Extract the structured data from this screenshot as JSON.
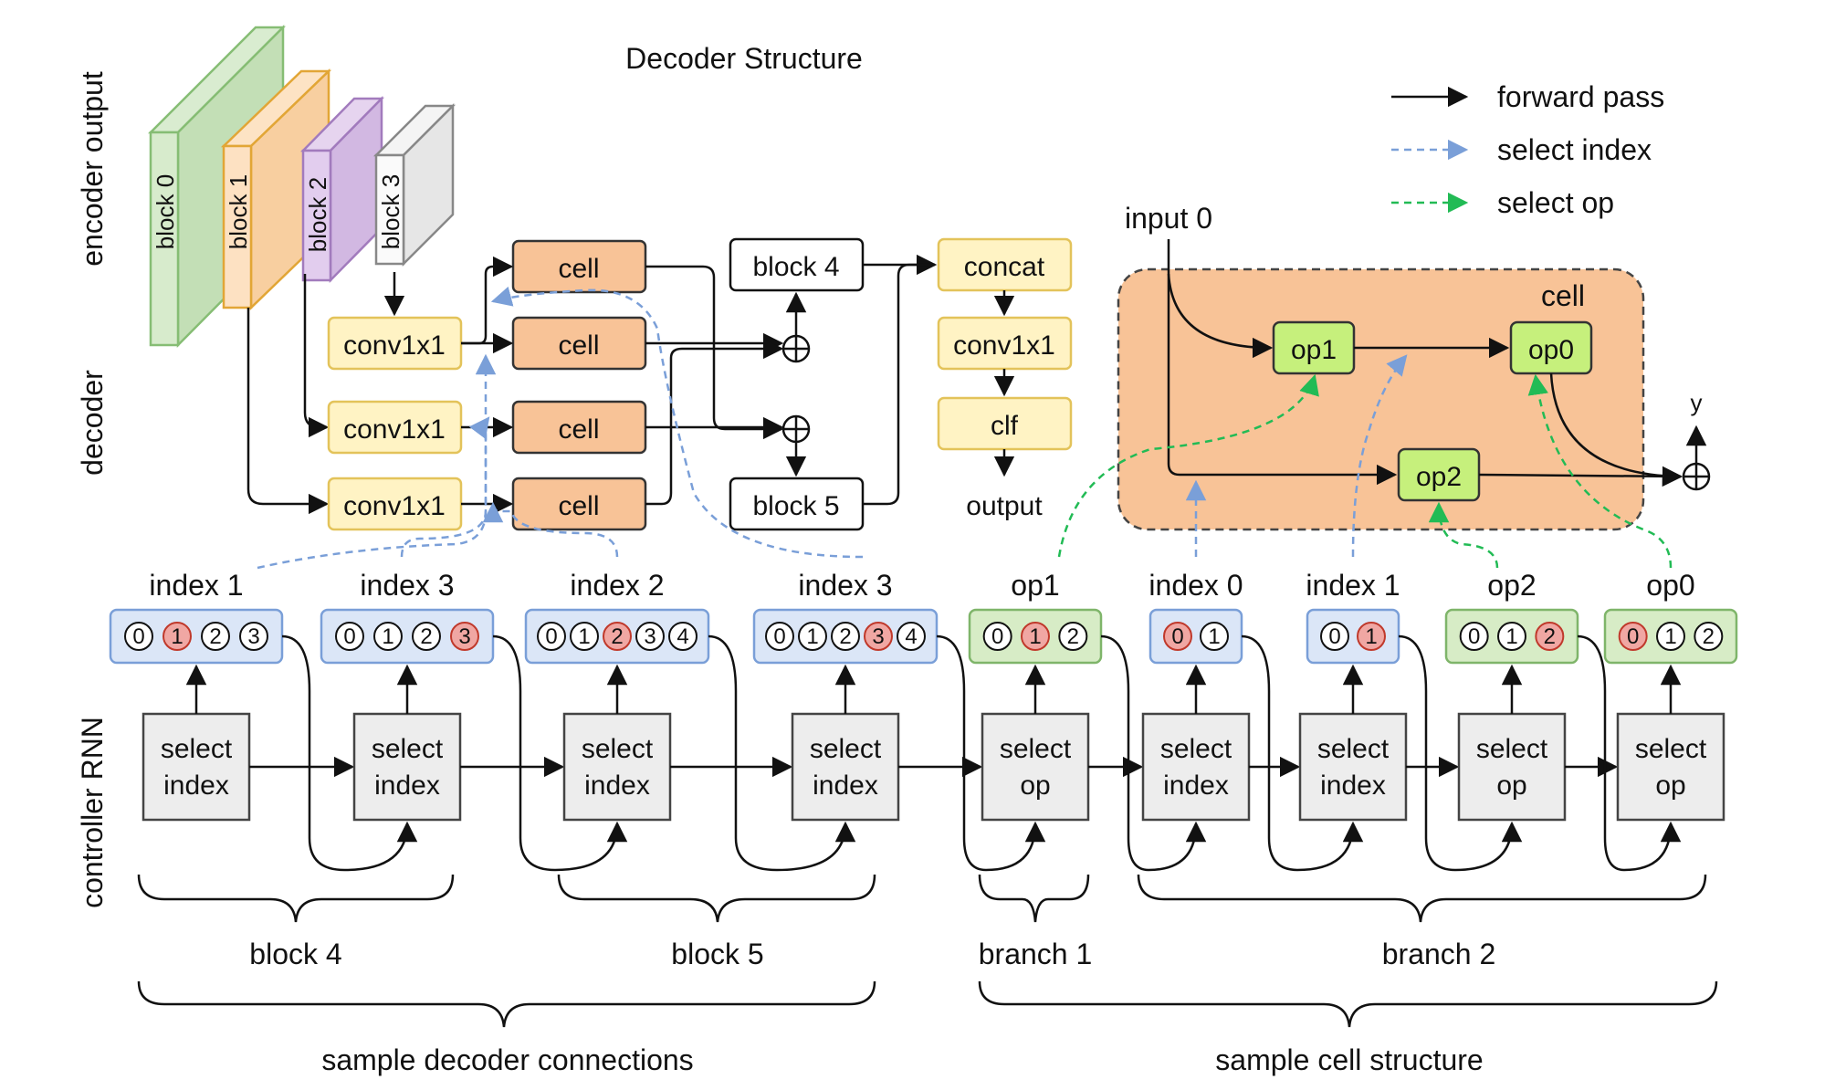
{
  "title": "Decoder Structure",
  "side_labels": {
    "encoder": "encoder output",
    "decoder": "decoder",
    "controller": "controller RNN"
  },
  "encoder_blocks": [
    "block 0",
    "block 1",
    "block 2",
    "block 3"
  ],
  "conv_label": "conv1x1",
  "cell_label": "cell",
  "block4": "block 4",
  "block5": "block 5",
  "right_stack": [
    "concat",
    "conv1x1",
    "clf"
  ],
  "output_label": "output",
  "legend": [
    "forward pass",
    "select index",
    "select op"
  ],
  "cell_structure": {
    "input": "input 0",
    "title": "cell",
    "ops": [
      "op1",
      "op0",
      "op2"
    ],
    "y": "y"
  },
  "steps": [
    {
      "head": "index 1",
      "kind": "index",
      "choices": [
        "0",
        "1",
        "2",
        "3"
      ],
      "selected": 1,
      "line1": "select",
      "line2": "index"
    },
    {
      "head": "index 3",
      "kind": "index",
      "choices": [
        "0",
        "1",
        "2",
        "3"
      ],
      "selected": 3,
      "line1": "select",
      "line2": "index"
    },
    {
      "head": "index 2",
      "kind": "index",
      "choices": [
        "0",
        "1",
        "2",
        "3",
        "4"
      ],
      "selected": 2,
      "line1": "select",
      "line2": "index"
    },
    {
      "head": "index 3",
      "kind": "index",
      "choices": [
        "0",
        "1",
        "2",
        "3",
        "4"
      ],
      "selected": 3,
      "line1": "select",
      "line2": "index"
    },
    {
      "head": "op1",
      "kind": "op",
      "choices": [
        "0",
        "1",
        "2"
      ],
      "selected": 1,
      "line1": "select",
      "line2": "op"
    },
    {
      "head": "index 0",
      "kind": "index",
      "choices": [
        "0",
        "1"
      ],
      "selected": 0,
      "line1": "select",
      "line2": "index"
    },
    {
      "head": "index 1",
      "kind": "index",
      "choices": [
        "0",
        "1"
      ],
      "selected": 1,
      "line1": "select",
      "line2": "index"
    },
    {
      "head": "op2",
      "kind": "op",
      "choices": [
        "0",
        "1",
        "2"
      ],
      "selected": 2,
      "line1": "select",
      "line2": "op"
    },
    {
      "head": "op0",
      "kind": "op",
      "choices": [
        "0",
        "1",
        "2"
      ],
      "selected": 0,
      "line1": "select",
      "line2": "op"
    }
  ],
  "brackets_lower": [
    "block 4",
    "block 5",
    "branch 1",
    "branch 2"
  ],
  "brackets_bottom": [
    "sample decoder connections",
    "sample cell structure"
  ],
  "colors": {
    "cell": "#f8c397",
    "cell_border": "#333333",
    "conv": "#fff3c4",
    "conv_border": "#e3c35a",
    "index_box": "#dbe6f7",
    "index_border": "#7a9fd8",
    "op_box": "#d7ecc6",
    "op_border": "#7fb56a",
    "op_node": "#c6f07c",
    "selected": "#f0a7a3",
    "cell_region": "#f8c397",
    "blue_arrow": "#7a9fd8",
    "green_arrow": "#22bb55"
  }
}
